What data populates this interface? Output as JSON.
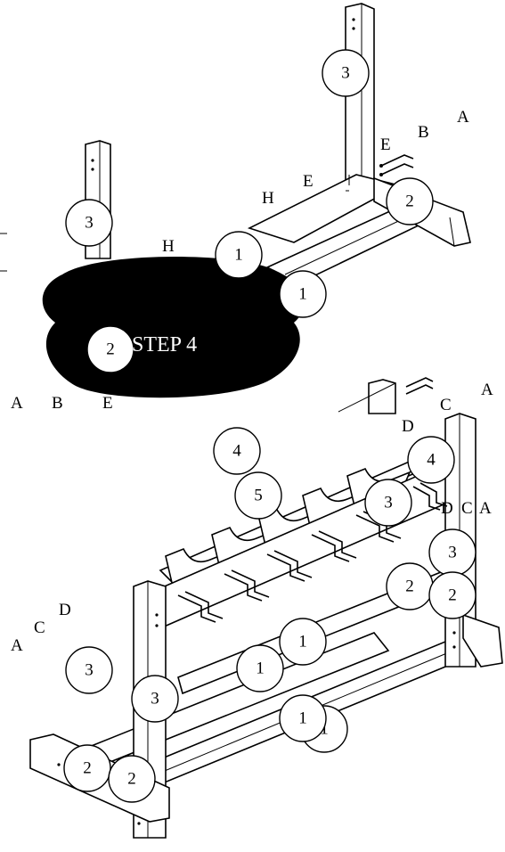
{
  "step_label": "STEP 4",
  "top_callouts": [
    "3",
    "3",
    "2",
    "1",
    "1",
    "2"
  ],
  "top_letters": [
    "A",
    "B",
    "E",
    "E",
    "H",
    "H",
    "A",
    "B",
    "E"
  ],
  "bottom_callouts": [
    "4",
    "5",
    "4",
    "3",
    "3",
    "2",
    "2",
    "1",
    "1",
    "1",
    "1",
    "3",
    "3",
    "2",
    "2"
  ],
  "bottom_letters": [
    "A",
    "C",
    "D",
    "D",
    "C",
    "A",
    "D",
    "C",
    "A"
  ],
  "colors": {
    "ink": "#000000",
    "paper": "#ffffff",
    "step_blob": "#000000"
  }
}
